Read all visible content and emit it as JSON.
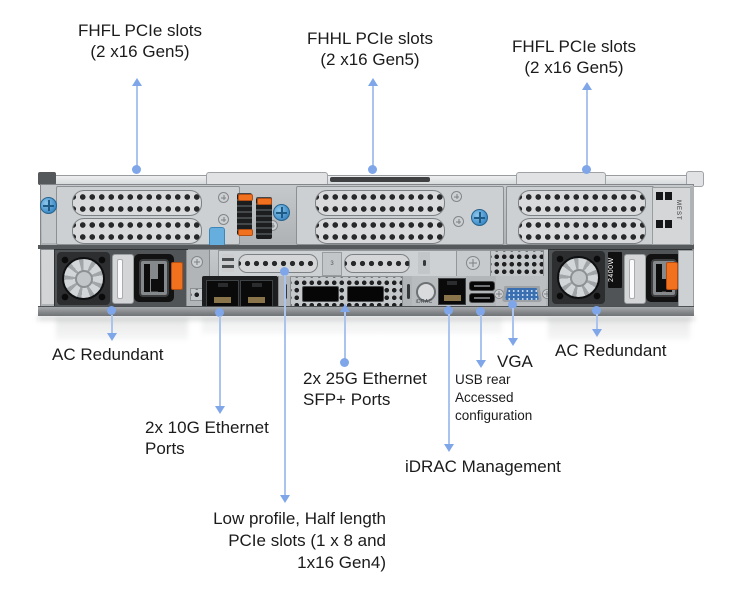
{
  "callouts": {
    "fhfl_left": {
      "lines": [
        "FHFL PCIe slots",
        "(2 x16 Gen5)"
      ]
    },
    "fhhl_center": {
      "lines": [
        "FHHL PCIe slots",
        "(2 x16 Gen5)"
      ]
    },
    "fhfl_right": {
      "lines": [
        "FHFL PCIe slots",
        "(2 x16 Gen5)"
      ]
    },
    "ac_redundant_left": {
      "lines": [
        "AC Redundant"
      ]
    },
    "eth_10g": {
      "lines": [
        "2x 10G Ethernet",
        "Ports"
      ]
    },
    "eth_25g_sfp": {
      "lines": [
        "2x 25G Ethernet",
        "SFP+ Ports"
      ]
    },
    "usb_rear": {
      "lines": [
        "USB rear",
        "Accessed",
        "configuration"
      ]
    },
    "vga": {
      "lines": [
        "VGA"
      ]
    },
    "ac_redundant_right": {
      "lines": [
        "AC Redundant"
      ]
    },
    "idrac": {
      "lines": [
        "iDRAC Management"
      ]
    },
    "low_profile": {
      "lines": [
        "Low profile, Half length",
        "PCIe slots (1 x 8 and",
        "1x16 Gen4)"
      ]
    }
  },
  "server": {
    "psu_wattage": "2400W",
    "riser_sticker": "MEST",
    "idrac_port_label": "iDRAC",
    "center_bracket_number": "3"
  },
  "colors": {
    "leader_line": "#aac4ee",
    "leader_accent": "#7ea6e8",
    "label_text": "#1b1b1b",
    "chassis_gray": "#c3c6c8",
    "accent_orange": "#f2711f",
    "thumbscrew_blue": "#4f9cd4",
    "vga_blue": "#3a70b2"
  }
}
